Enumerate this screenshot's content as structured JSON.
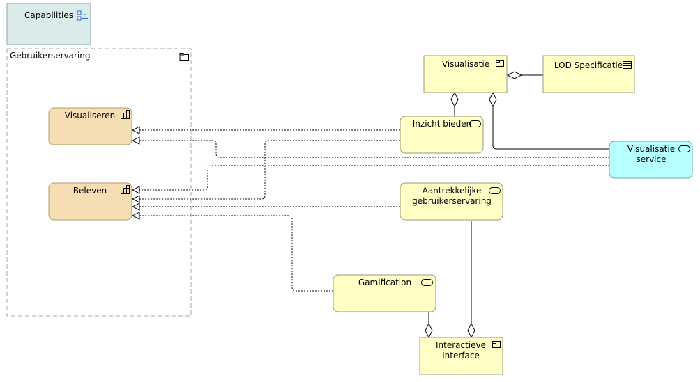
{
  "diagram": {
    "legend_label": "Capabilities",
    "group_label": "Gebruikerservaring",
    "nodes": {
      "visualiseren": "Visualiseren",
      "beleven": "Beleven",
      "visualisatie": "Visualisatie",
      "lod_specificatie": "LOD Specificatie",
      "inzicht_bieden": "Inzicht bieden",
      "visualisatie_service_line1": "Visualisatie",
      "visualisatie_service_line2": "service",
      "aantrekkelijke_line1": "Aantrekkelijke",
      "aantrekkelijke_line2": "gebruikerservaring",
      "gamification": "Gamification",
      "interactieve_line1": "Interactieve",
      "interactieve_line2": "Interface"
    }
  },
  "colors": {
    "capability_fill": "#f5deb3",
    "business_fill": "#ffffc6",
    "service_fill": "#b5ffff",
    "legend_fill": "#dbebea",
    "node_stroke": "#9a9a7a",
    "icon_blue": "#1e6bd6"
  }
}
